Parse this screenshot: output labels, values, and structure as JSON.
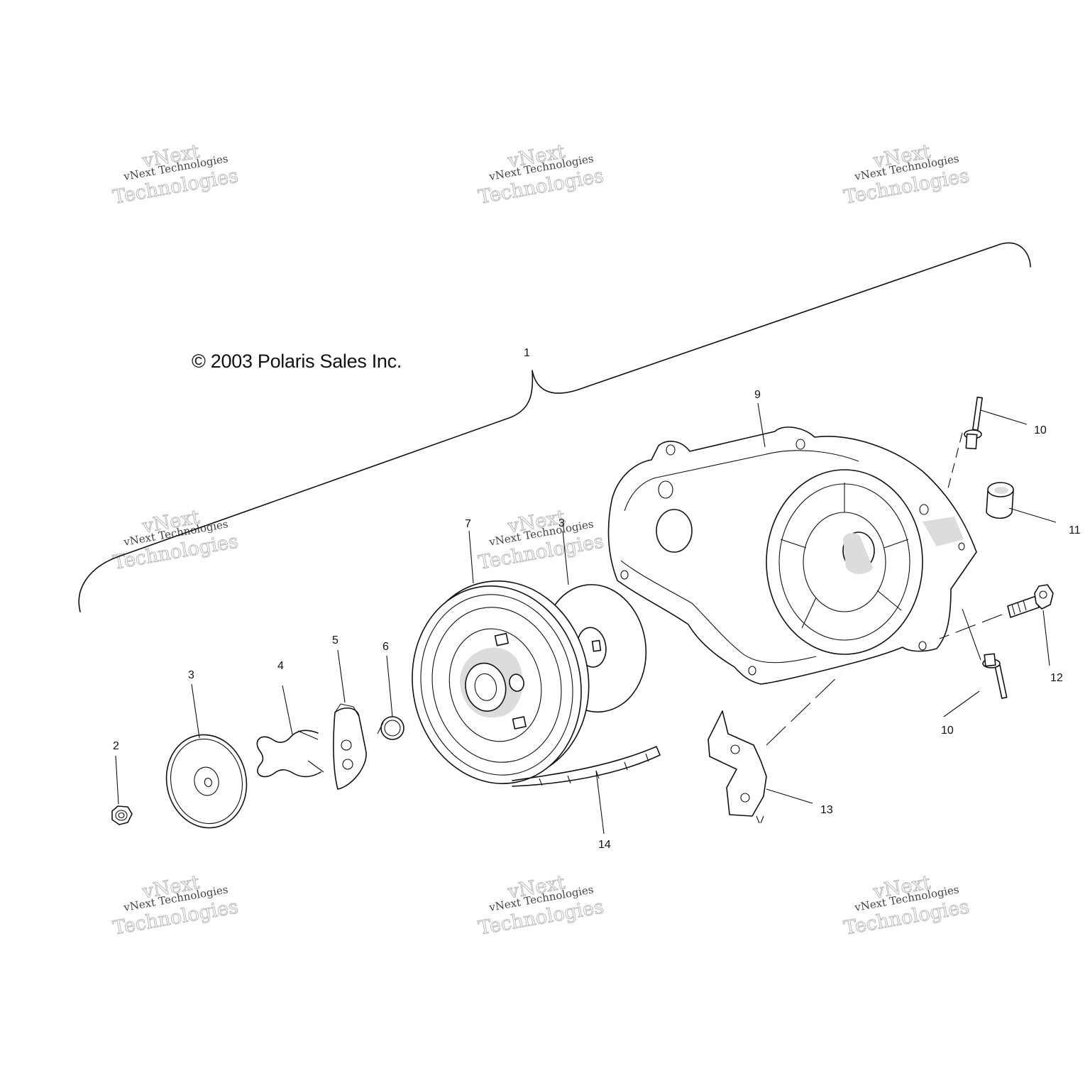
{
  "copyright": "© 2003 Polaris Sales Inc.",
  "callouts": {
    "c1": "1",
    "c2": "2",
    "c3a": "3",
    "c3b": "3",
    "c4": "4",
    "c5": "5",
    "c6": "6",
    "c7": "7",
    "c9": "9",
    "c10a": "10",
    "c10b": "10",
    "c11": "11",
    "c12": "12",
    "c13": "13",
    "c14": "14"
  },
  "watermark": {
    "line1": "vNext Technologies",
    "line2": "Technologies",
    "line3": "vNext"
  }
}
